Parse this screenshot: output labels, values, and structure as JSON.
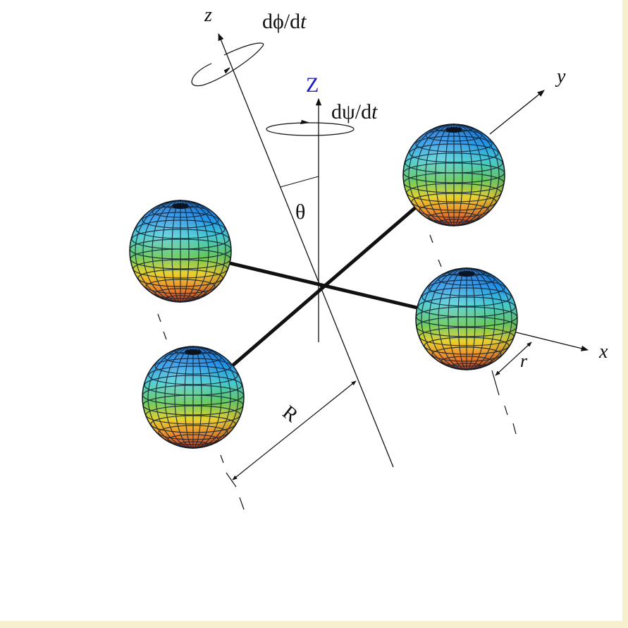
{
  "labels": {
    "z_body": "z",
    "z_space": "Z",
    "x_axis": "x",
    "y_axis": "y",
    "dphi_d": "dϕ/d",
    "dphi_t": "t",
    "dpsi_d": "dψ/d",
    "dpsi_t": "t",
    "theta": "θ",
    "big_r": "R",
    "small_r": "r"
  },
  "colors": {
    "z_space": "#1a1acc",
    "ink": "#111111",
    "sphere_top": "#1a7fd8",
    "sphere_mid": "#5ec86a",
    "sphere_low": "#f0c828",
    "sphere_bottom": "#e04820",
    "background": "#fdf9e3"
  }
}
